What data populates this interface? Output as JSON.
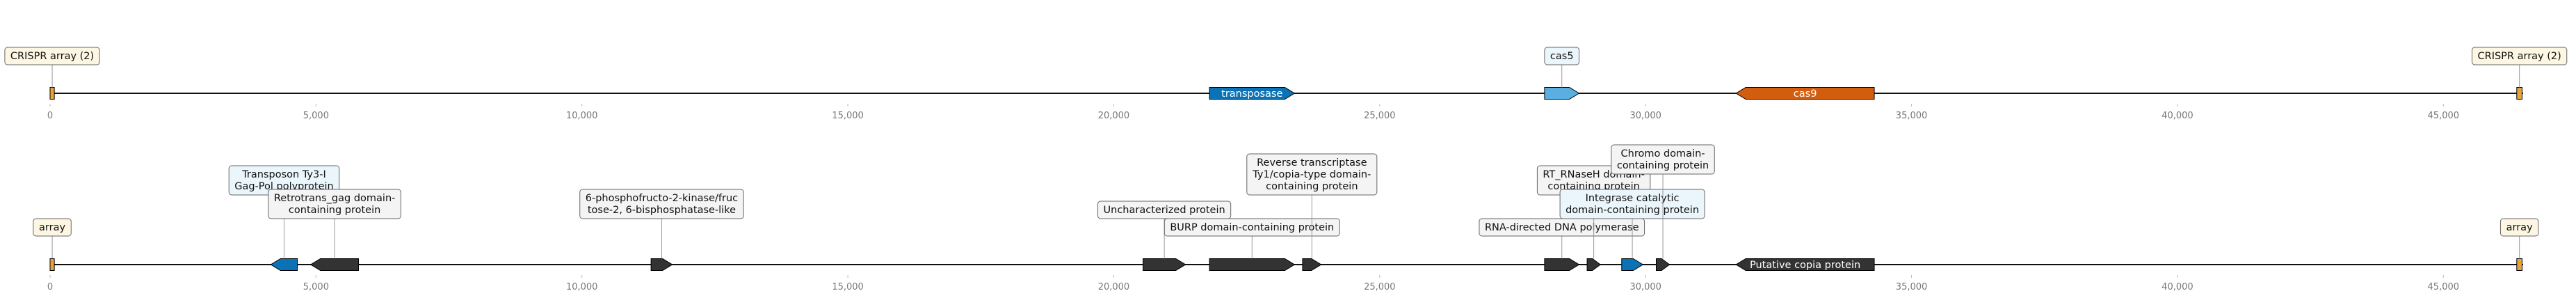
{
  "colors": {
    "backbone": "#111111",
    "tick_text": "#777777",
    "leader": "#999999",
    "orange": "#e8a23a",
    "blue_dark": "#0b72b5",
    "blue_light": "#5aaee0",
    "vermillion": "#d35d0f",
    "gray": "#333333",
    "label_bg_warm": "#fdf6e3",
    "label_bg_cool": "#eaf6fb",
    "label_bg_neutral": "#f4f4f4"
  },
  "tracks": [
    {
      "id": "track-top",
      "axis": {
        "min": 0,
        "max": 46500,
        "ticks": [
          0,
          5000,
          10000,
          15000,
          20000,
          25000,
          30000,
          35000,
          40000,
          45000
        ],
        "tick_labels": [
          "0",
          "5,000",
          "10,000",
          "15,000",
          "20,000",
          "25,000",
          "30,000",
          "35,000",
          "40,000",
          "45,000"
        ]
      },
      "features": [
        {
          "name": "crispr-array-left",
          "label": "CRISPR array (2)",
          "start": 0,
          "end": 80,
          "strand": 0,
          "color": "orange",
          "label_mode": "box",
          "box_bg": "label_bg_warm",
          "label_level": 1
        },
        {
          "name": "transposase",
          "label": "transposase",
          "start": 21800,
          "end": 23400,
          "strand": 1,
          "color": "blue_dark",
          "label_mode": "inside"
        },
        {
          "name": "cas5",
          "label": "cas5",
          "start": 28100,
          "end": 28750,
          "strand": 1,
          "color": "blue_light",
          "label_mode": "box",
          "box_bg": "label_bg_cool",
          "label_level": 1
        },
        {
          "name": "cas9",
          "label": "cas9",
          "start": 31700,
          "end": 34300,
          "strand": -1,
          "color": "vermillion",
          "label_mode": "inside"
        },
        {
          "name": "crispr-array-right",
          "label": "CRISPR array (2)",
          "start": 46380,
          "end": 46480,
          "strand": 0,
          "color": "orange",
          "label_mode": "box",
          "box_bg": "label_bg_warm",
          "label_level": 1
        }
      ]
    },
    {
      "id": "track-bottom",
      "axis": {
        "min": 0,
        "max": 46500,
        "ticks": [
          0,
          5000,
          10000,
          15000,
          20000,
          25000,
          30000,
          35000,
          40000,
          45000
        ],
        "tick_labels": [
          "0",
          "5,000",
          "10,000",
          "15,000",
          "20,000",
          "25,000",
          "30,000",
          "35,000",
          "40,000",
          "45,000"
        ]
      },
      "features": [
        {
          "name": "array-left",
          "label": "array",
          "start": 0,
          "end": 80,
          "strand": 0,
          "color": "orange",
          "label_mode": "box",
          "box_bg": "label_bg_warm",
          "label_level": 1
        },
        {
          "name": "transposon-ty3-gag-pol",
          "label": "Transposon Ty3-I\nGag-Pol polyprotein",
          "start": 4150,
          "end": 4650,
          "strand": -1,
          "color": "blue_dark",
          "label_mode": "box",
          "box_bg": "label_bg_cool",
          "label_level": 3
        },
        {
          "name": "retrotrans-gag",
          "label": "Retrotrans_gag domain-\ncontaining protein",
          "start": 4900,
          "end": 5800,
          "strand": -1,
          "color": "gray",
          "label_mode": "box",
          "box_bg": "label_bg_neutral",
          "label_level": 2
        },
        {
          "name": "phosphofructo-kinase",
          "label": "6-phosphofructo-2-kinase/fruc\ntose-2, 6-bisphosphatase-like",
          "start": 11300,
          "end": 11700,
          "strand": 1,
          "color": "gray",
          "label_mode": "box",
          "box_bg": "label_bg_neutral",
          "label_level": 2
        },
        {
          "name": "uncharacterized-protein",
          "label": "Uncharacterized protein",
          "start": 20550,
          "end": 21350,
          "strand": 1,
          "color": "gray",
          "label_mode": "box",
          "box_bg": "label_bg_neutral",
          "label_level": 2
        },
        {
          "name": "burp-domain",
          "label": "BURP domain-containing protein",
          "start": 21800,
          "end": 23400,
          "strand": 1,
          "color": "gray",
          "label_mode": "box",
          "box_bg": "label_bg_neutral",
          "label_level": 1
        },
        {
          "name": "reverse-transcriptase-ty1",
          "label": "Reverse transcriptase\nTy1/copia-type domain-\ncontaining protein",
          "start": 23550,
          "end": 23900,
          "strand": 1,
          "color": "gray",
          "label_mode": "box",
          "box_bg": "label_bg_neutral",
          "label_level": 3
        },
        {
          "name": "rna-directed-dna-polymerase",
          "label": "RNA-directed DNA polymerase",
          "start": 28100,
          "end": 28750,
          "strand": 1,
          "color": "gray",
          "label_mode": "box",
          "box_bg": "label_bg_neutral",
          "label_level": 1
        },
        {
          "name": "rt-rnaseh-domain",
          "label": "RT_RNaseH domain-\ncontaining protein",
          "start": 28900,
          "end": 29150,
          "strand": 1,
          "color": "gray",
          "label_mode": "box",
          "box_bg": "label_bg_neutral",
          "label_level": 3
        },
        {
          "name": "integrase-catalytic",
          "label": "Integrase catalytic\ndomain-containing protein",
          "start": 29550,
          "end": 29950,
          "strand": 1,
          "color": "blue_dark",
          "label_mode": "box",
          "box_bg": "label_bg_cool",
          "label_level": 2
        },
        {
          "name": "chromo-domain",
          "label": "Chromo domain-\ncontaining protein",
          "start": 30200,
          "end": 30450,
          "strand": 1,
          "color": "gray",
          "label_mode": "box",
          "box_bg": "label_bg_neutral",
          "label_level": 4
        },
        {
          "name": "putative-copia-protein",
          "label": "Putative copia protein",
          "start": 31700,
          "end": 34300,
          "strand": -1,
          "color": "gray",
          "label_mode": "inside"
        },
        {
          "name": "array-right",
          "label": "array",
          "start": 46380,
          "end": 46480,
          "strand": 0,
          "color": "orange",
          "label_mode": "box",
          "box_bg": "label_bg_warm",
          "label_level": 1
        }
      ]
    }
  ]
}
